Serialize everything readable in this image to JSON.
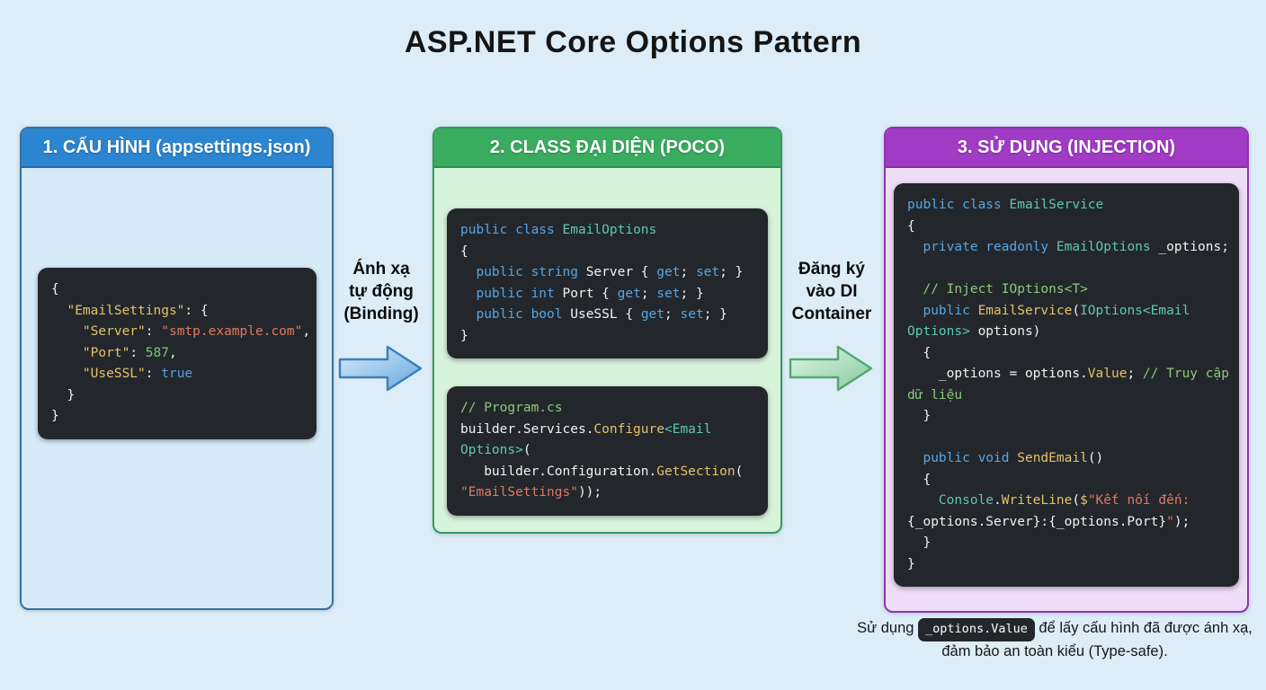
{
  "title": "ASP.NET Core Options Pattern",
  "colors": {
    "background": "#dcedf8",
    "panel1_header": "#2c85d0",
    "panel1_body": "#d6eaf8",
    "panel2_header": "#3aac60",
    "panel2_body": "#d8f3dc",
    "panel3_header": "#a13ac4",
    "panel3_body": "#eeddf6",
    "code_background": "#23272c",
    "syntax_keyword": "#55a6e4",
    "syntax_type": "#5cc9b4",
    "syntax_function": "#e5c268",
    "syntax_string": "#e07a5f",
    "syntax_number": "#7cc96f",
    "syntax_comment": "#8cc97a"
  },
  "panels": [
    {
      "header": "1. CẤU HÌNH (appsettings.json)",
      "blocks": [
        {
          "lines": [
            [
              [
                "{",
                "pl"
              ]
            ],
            [
              [
                "  ",
                "pl"
              ],
              [
                "\"EmailSettings\"",
                "key"
              ],
              [
                ": {",
                "pl"
              ]
            ],
            [
              [
                "    ",
                "pl"
              ],
              [
                "\"Server\"",
                "key"
              ],
              [
                ": ",
                "pl"
              ],
              [
                "\"smtp.example.com\"",
                "str"
              ],
              [
                ",",
                "pl"
              ]
            ],
            [
              [
                "    ",
                "pl"
              ],
              [
                "\"Port\"",
                "key"
              ],
              [
                ": ",
                "pl"
              ],
              [
                "587",
                "num"
              ],
              [
                ",",
                "pl"
              ]
            ],
            [
              [
                "    ",
                "pl"
              ],
              [
                "\"UseSSL\"",
                "key"
              ],
              [
                ": ",
                "pl"
              ],
              [
                "true",
                "bool"
              ]
            ],
            [
              [
                "  }",
                "pl"
              ]
            ],
            [
              [
                "}",
                "pl"
              ]
            ]
          ]
        }
      ]
    },
    {
      "header": "2. CLASS ĐẠI DIỆN (POCO)",
      "blocks": [
        {
          "lines": [
            [
              [
                "public class ",
                "kw"
              ],
              [
                "EmailOptions",
                "type"
              ]
            ],
            [
              [
                "{",
                "pl"
              ]
            ],
            [
              [
                "  ",
                "pl"
              ],
              [
                "public string ",
                "kw"
              ],
              [
                "Server ",
                "pl"
              ],
              [
                "{ ",
                "pl"
              ],
              [
                "get",
                "kw"
              ],
              [
                "; ",
                "pl"
              ],
              [
                "set",
                "kw"
              ],
              [
                "; }",
                "pl"
              ]
            ],
            [
              [
                "  ",
                "pl"
              ],
              [
                "public int ",
                "kw"
              ],
              [
                "Port ",
                "pl"
              ],
              [
                "{ ",
                "pl"
              ],
              [
                "get",
                "kw"
              ],
              [
                "; ",
                "pl"
              ],
              [
                "set",
                "kw"
              ],
              [
                "; }",
                "pl"
              ]
            ],
            [
              [
                "  ",
                "pl"
              ],
              [
                "public bool ",
                "kw"
              ],
              [
                "UseSSL ",
                "pl"
              ],
              [
                "{ ",
                "pl"
              ],
              [
                "get",
                "kw"
              ],
              [
                "; ",
                "pl"
              ],
              [
                "set",
                "kw"
              ],
              [
                "; }",
                "pl"
              ]
            ],
            [
              [
                "}",
                "pl"
              ]
            ]
          ]
        },
        {
          "lines": [
            [
              [
                "// Program.cs",
                "com"
              ]
            ],
            [
              [
                "builder.Services.",
                "pl"
              ],
              [
                "Configure",
                "fn"
              ],
              [
                "<Email",
                "type"
              ]
            ],
            [
              [
                "Options>",
                "type"
              ],
              [
                "(",
                "pl"
              ]
            ],
            [
              [
                "   builder.Configuration.",
                "pl"
              ],
              [
                "GetSection",
                "fn"
              ],
              [
                "(",
                "pl"
              ]
            ],
            [
              [
                "\"EmailSettings\"",
                "str"
              ],
              [
                "));",
                "pl"
              ]
            ]
          ]
        }
      ]
    },
    {
      "header": "3. SỬ DỤNG (INJECTION)",
      "blocks": [
        {
          "lines": [
            [
              [
                "public class ",
                "kw"
              ],
              [
                "EmailService",
                "type"
              ]
            ],
            [
              [
                "{",
                "pl"
              ]
            ],
            [
              [
                "  ",
                "pl"
              ],
              [
                "private readonly ",
                "kw"
              ],
              [
                "EmailOptions",
                "type"
              ],
              [
                " _options;",
                "pl"
              ]
            ],
            [],
            [
              [
                "  ",
                "pl"
              ],
              [
                "// Inject IOptions<T>",
                "com"
              ]
            ],
            [
              [
                "  ",
                "pl"
              ],
              [
                "public ",
                "kw"
              ],
              [
                "EmailService",
                "fn"
              ],
              [
                "(",
                "pl"
              ],
              [
                "IOptions<Email",
                "type"
              ]
            ],
            [
              [
                "Options>",
                "type"
              ],
              [
                " options)",
                "pl"
              ]
            ],
            [
              [
                "  {",
                "pl"
              ]
            ],
            [
              [
                "    _options = options.",
                "pl"
              ],
              [
                "Value",
                "fn"
              ],
              [
                "; ",
                "pl"
              ],
              [
                "// Truy cập",
                "com"
              ]
            ],
            [
              [
                "dữ liệu",
                "com"
              ]
            ],
            [
              [
                "  }",
                "pl"
              ]
            ],
            [],
            [
              [
                "  ",
                "pl"
              ],
              [
                "public void ",
                "kw"
              ],
              [
                "SendEmail",
                "fn"
              ],
              [
                "()",
                "pl"
              ]
            ],
            [
              [
                "  {",
                "pl"
              ]
            ],
            [
              [
                "    ",
                "pl"
              ],
              [
                "Console",
                "type"
              ],
              [
                ".",
                "pl"
              ],
              [
                "WriteLine",
                "fn"
              ],
              [
                "(",
                "pl"
              ],
              [
                "$",
                "fn"
              ],
              [
                "\"Kết nối đến:",
                "str"
              ]
            ],
            [
              [
                "{_options.Server}:{_options.Port}",
                "pl"
              ],
              [
                "\"",
                "str"
              ],
              [
                ");",
                "pl"
              ]
            ],
            [
              [
                "  }",
                "pl"
              ]
            ],
            [
              [
                "}",
                "pl"
              ]
            ]
          ]
        }
      ]
    }
  ],
  "arrows": [
    {
      "name": "binding-arrow",
      "lines": [
        "Ánh xạ",
        "tự động",
        "(Binding)"
      ],
      "color_light": "#d9ecfa",
      "color_dark": "#66a7e0",
      "color_stroke": "#3e7fb8"
    },
    {
      "name": "di-arrow",
      "lines": [
        "Đăng ký",
        "vào DI",
        "Container"
      ],
      "color_light": "#e4f6e8",
      "color_dark": "#82ca9c",
      "color_stroke": "#52a873"
    }
  ],
  "footer": {
    "parts": [
      [
        "Sử dụng ",
        "text"
      ],
      [
        "_options.Value",
        "chip"
      ],
      [
        " để lấy cấu hình đã được ánh xạ, đảm bảo an toàn kiểu (Type-safe).",
        "text"
      ]
    ]
  }
}
